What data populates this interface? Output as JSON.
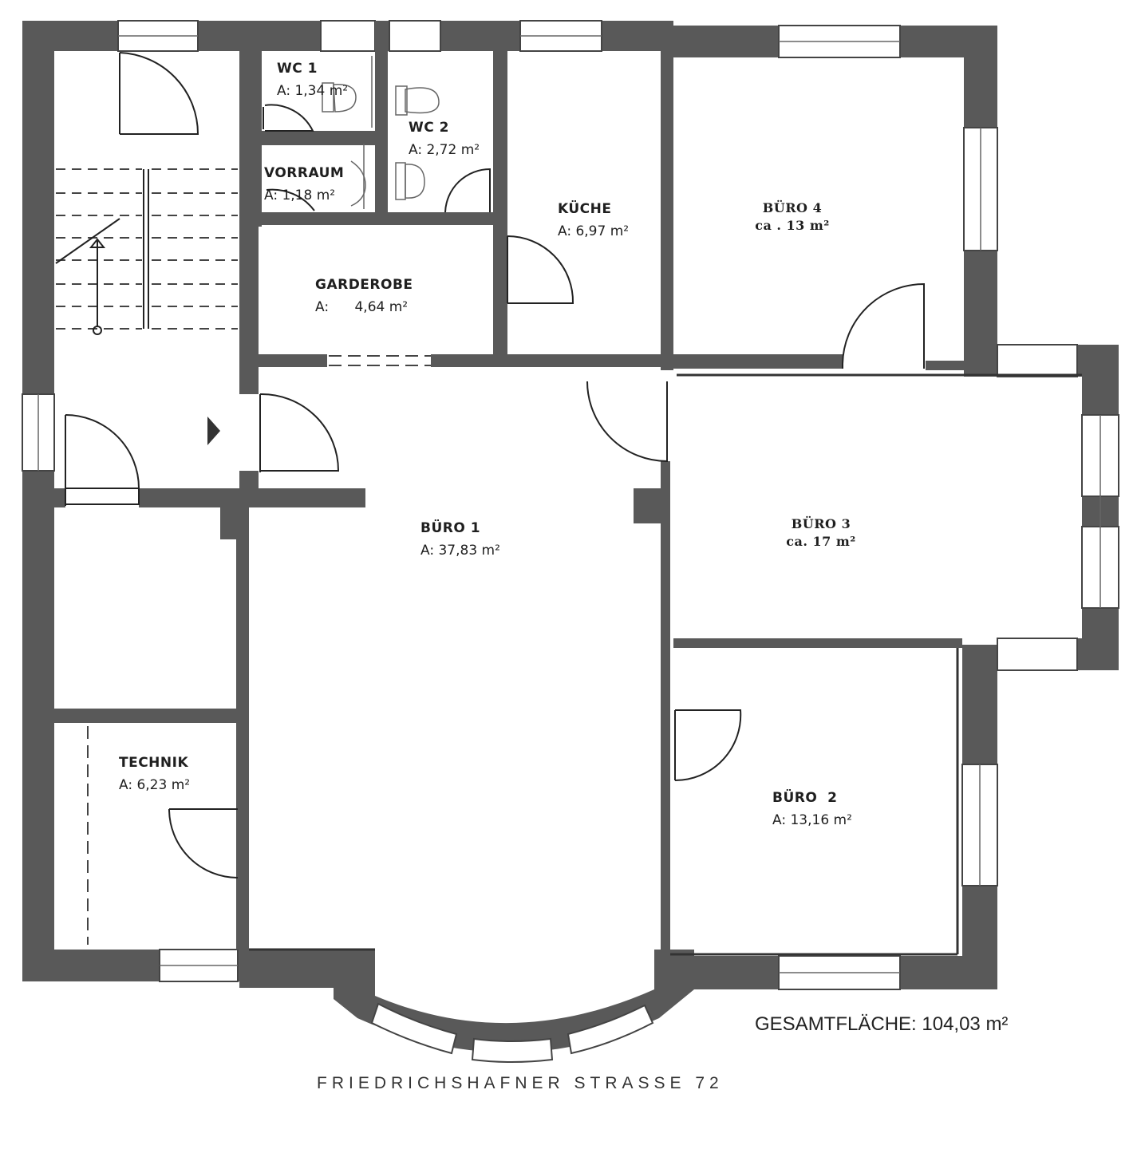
{
  "rooms": {
    "wc1": {
      "name": "WC 1",
      "area": "A: 1,34 m²"
    },
    "wc2": {
      "name": "WC 2",
      "area": "A: 2,72 m²"
    },
    "vorraum": {
      "name": "VORRAUM",
      "area": "A:  1,18 m²"
    },
    "kueche": {
      "name": "KÜCHE",
      "area": "A: 6,97 m²"
    },
    "garderobe": {
      "name": "GARDEROBE",
      "area": "A:      4,64 m²"
    },
    "buero1": {
      "name": "BÜRO 1",
      "area": "A: 37,83 m²"
    },
    "buero2": {
      "name": "BÜRO  2",
      "area": "A: 13,16 m²"
    },
    "buero3": {
      "name": "BÜRO 3",
      "area": "ca. 17 m²"
    },
    "buero4": {
      "name": "BÜRO 4",
      "area": "ca . 13 m²"
    },
    "technik": {
      "name": "TECHNIK",
      "area": "A: 6,23 m²"
    }
  },
  "total_area": "GESAMTFLÄCHE: 104,03 m²",
  "street": "FRIEDRICHSHAFNER STRASSE 72",
  "colors": {
    "wall": "#595959",
    "paper": "#ffffff",
    "line": "#333333"
  }
}
